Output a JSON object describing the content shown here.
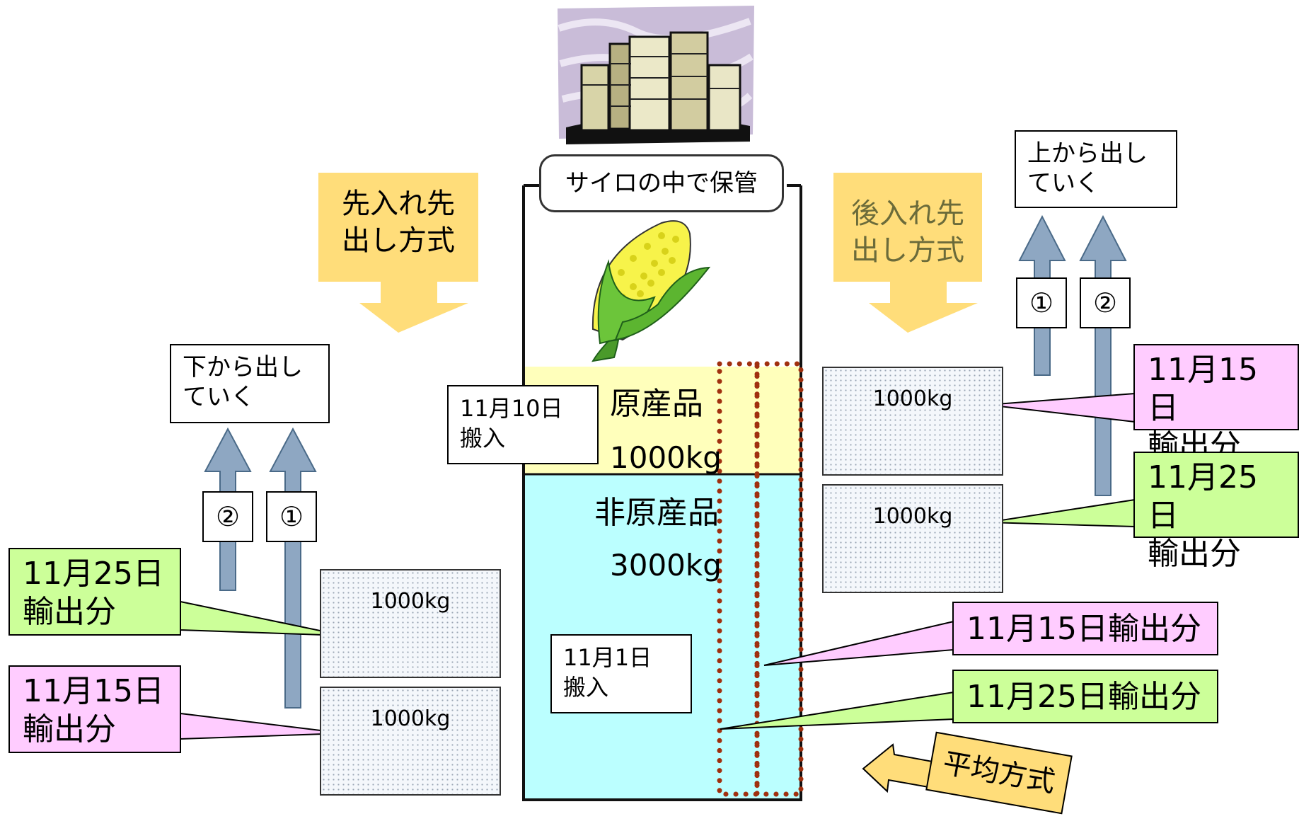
{
  "silo": {
    "title": "サイロの中で保管",
    "origin_product": {
      "name": "原産品",
      "weight": "1000kg"
    },
    "non_origin_product": {
      "name": "非原産品",
      "weight": "3000kg"
    },
    "delivery_nov10": "11月10日\n搬入",
    "delivery_nov1": "11月1日\n搬入"
  },
  "fifo": {
    "title": "先入れ先\n出し方式",
    "note": "下から出し\nていく",
    "markers": [
      "②",
      "①"
    ],
    "blocks": [
      {
        "weight": "1000kg",
        "label": "11月25日\n輸出分"
      },
      {
        "weight": "1000kg",
        "label": "11月15日\n輸出分"
      }
    ]
  },
  "lifo": {
    "title": "後入れ先\n出し方式",
    "note": "上から出し\nていく",
    "markers": [
      "①",
      "②"
    ],
    "blocks": [
      {
        "weight": "1000kg",
        "label": "11月15日\n輸出分"
      },
      {
        "weight": "1000kg",
        "label": "11月25日\n輸出分"
      }
    ]
  },
  "average": {
    "title": "平均方式",
    "labels": [
      "11月15日輸出分",
      "11月25日輸出分"
    ]
  },
  "colors": {
    "origin": "#ffffbb",
    "non_origin": "#bbffff",
    "pink": "#ffccff",
    "green": "#ccff99",
    "arrow_blue": "#8ea7c2",
    "header_yellow": "#ffdd7a",
    "dots": "#a0300f"
  },
  "icons": [
    "factory-silo-icon",
    "corn-icon"
  ]
}
